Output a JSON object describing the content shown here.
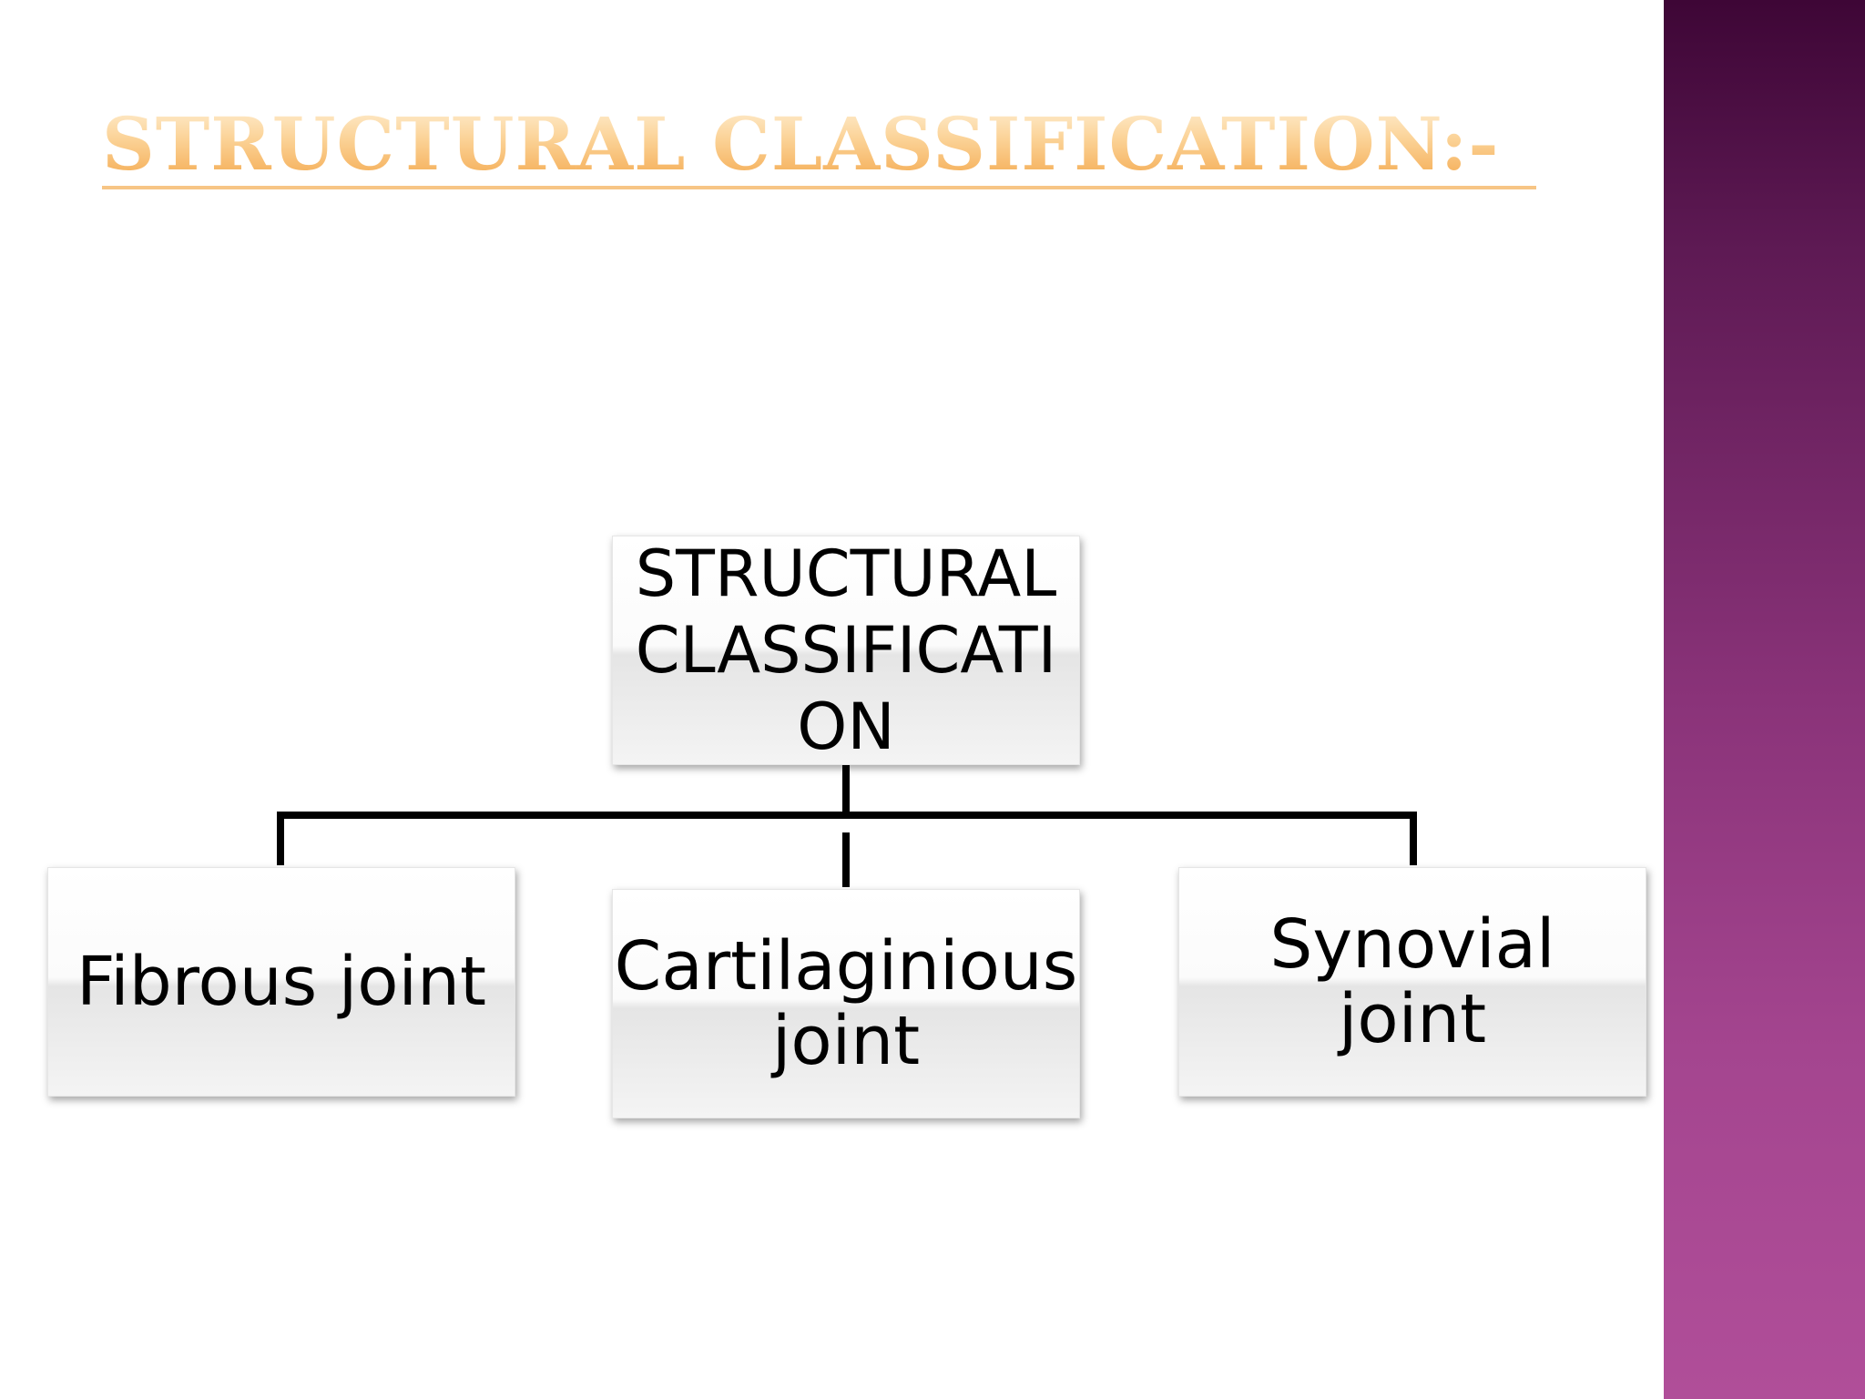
{
  "title": "STRUCTURAL CLASSIFICATION:-",
  "diagram": {
    "root": "STRUCTURAL CLASSIFICATION",
    "children": [
      "Fibrous joint",
      "Cartilaginious joint",
      "Synovial joint"
    ]
  },
  "colors": {
    "title_gradient_top": "#fff3dc",
    "title_gradient_bottom": "#f3a446",
    "side_band_top": "#3e0636",
    "side_band_bottom": "#b04e99",
    "connector": "#000000"
  }
}
